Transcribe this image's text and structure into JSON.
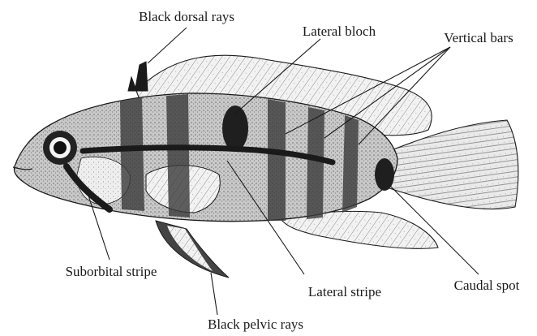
{
  "diagram": {
    "labels": {
      "black_dorsal_rays": "Black dorsal rays",
      "lateral_bloch": "Lateral bloch",
      "vertical_bars": "Vertical bars",
      "suborbital_stripe": "Suborbital stripe",
      "lateral_stripe": "Lateral stripe",
      "caudal_spot": "Caudal spot",
      "black_pelvic_rays": "Black pelvic rays"
    },
    "colors": {
      "ink": "#1a1a1a",
      "body_shade": "#8c8c8c",
      "fin_shade": "#dcdcdc",
      "background": "#ffffff"
    }
  }
}
